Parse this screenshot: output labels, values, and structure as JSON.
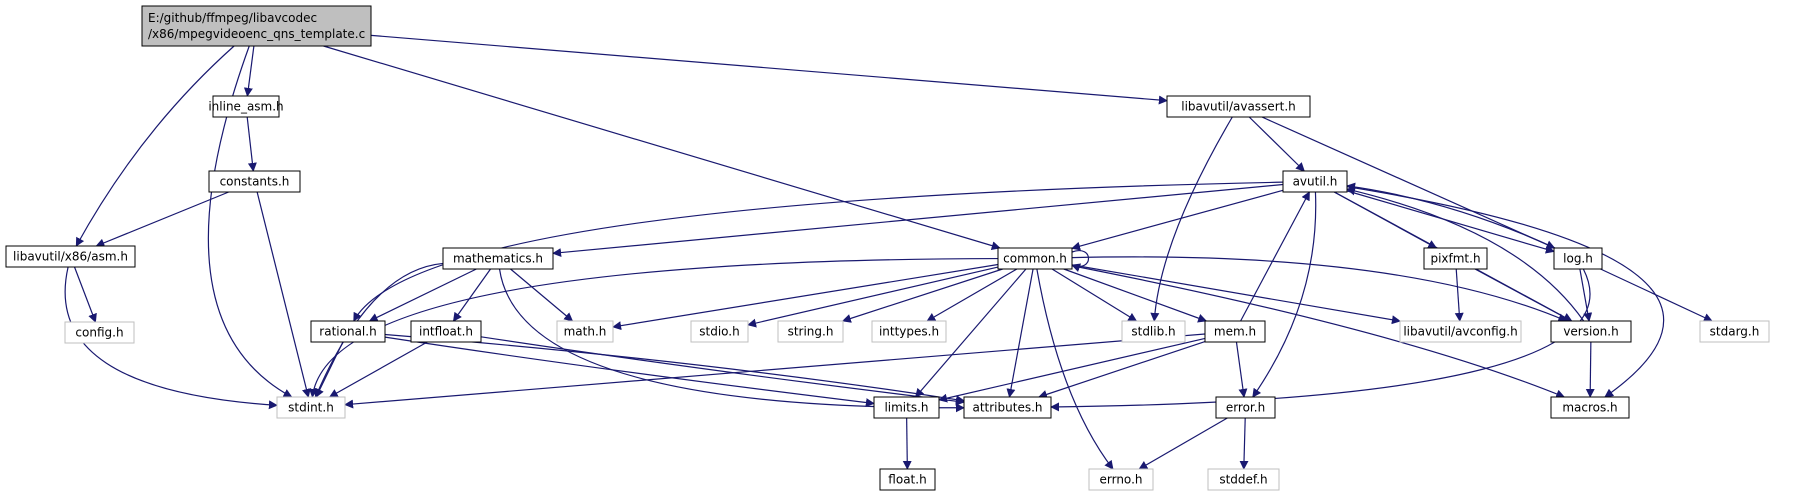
{
  "graph": {
    "edge_color": "#191970",
    "missing_border_color": "#bfbfbf",
    "root_fill_color": "#bfbfbf",
    "nodes": [
      {
        "id": "root",
        "lines": [
          "E:/github/ffmpeg/libavcodec",
          "/x86/mpegvideoenc_qns_template.c"
        ],
        "kind": "root"
      },
      {
        "id": "inline_asm",
        "lines": [
          "inline_asm.h"
        ],
        "kind": "header"
      },
      {
        "id": "libavutil_avassert",
        "lines": [
          "libavutil/avassert.h"
        ],
        "kind": "header"
      },
      {
        "id": "constants",
        "lines": [
          "constants.h"
        ],
        "kind": "header"
      },
      {
        "id": "avutil",
        "lines": [
          "avutil.h"
        ],
        "kind": "header"
      },
      {
        "id": "libavutil_x86_asm",
        "lines": [
          "libavutil/x86/asm.h"
        ],
        "kind": "header"
      },
      {
        "id": "mathematics",
        "lines": [
          "mathematics.h"
        ],
        "kind": "header"
      },
      {
        "id": "common",
        "lines": [
          "common.h"
        ],
        "kind": "header"
      },
      {
        "id": "pixfmt",
        "lines": [
          "pixfmt.h"
        ],
        "kind": "header"
      },
      {
        "id": "log",
        "lines": [
          "log.h"
        ],
        "kind": "header"
      },
      {
        "id": "config",
        "lines": [
          "config.h"
        ],
        "kind": "missing"
      },
      {
        "id": "rational",
        "lines": [
          "rational.h"
        ],
        "kind": "header"
      },
      {
        "id": "intfloat",
        "lines": [
          "intfloat.h"
        ],
        "kind": "header"
      },
      {
        "id": "math",
        "lines": [
          "math.h"
        ],
        "kind": "missing"
      },
      {
        "id": "stdio",
        "lines": [
          "stdio.h"
        ],
        "kind": "missing"
      },
      {
        "id": "string",
        "lines": [
          "string.h"
        ],
        "kind": "missing"
      },
      {
        "id": "inttypes",
        "lines": [
          "inttypes.h"
        ],
        "kind": "missing"
      },
      {
        "id": "stdlib",
        "lines": [
          "stdlib.h"
        ],
        "kind": "missing"
      },
      {
        "id": "mem",
        "lines": [
          "mem.h"
        ],
        "kind": "header"
      },
      {
        "id": "libavutil_avconfig",
        "lines": [
          "libavutil/avconfig.h"
        ],
        "kind": "missing"
      },
      {
        "id": "version",
        "lines": [
          "version.h"
        ],
        "kind": "header"
      },
      {
        "id": "stdarg",
        "lines": [
          "stdarg.h"
        ],
        "kind": "missing"
      },
      {
        "id": "stdint",
        "lines": [
          "stdint.h"
        ],
        "kind": "missing"
      },
      {
        "id": "limits",
        "lines": [
          "limits.h"
        ],
        "kind": "header"
      },
      {
        "id": "attributes",
        "lines": [
          "attributes.h"
        ],
        "kind": "header"
      },
      {
        "id": "error",
        "lines": [
          "error.h"
        ],
        "kind": "header"
      },
      {
        "id": "macros",
        "lines": [
          "macros.h"
        ],
        "kind": "header"
      },
      {
        "id": "float",
        "lines": [
          "float.h"
        ],
        "kind": "header"
      },
      {
        "id": "errno",
        "lines": [
          "errno.h"
        ],
        "kind": "missing"
      },
      {
        "id": "stddef",
        "lines": [
          "stddef.h"
        ],
        "kind": "missing"
      }
    ],
    "edges": [
      [
        "root",
        "inline_asm"
      ],
      [
        "root",
        "libavutil_avassert"
      ],
      [
        "root",
        "libavutil_x86_asm"
      ],
      [
        "root",
        "stdint"
      ],
      [
        "root",
        "common"
      ],
      [
        "inline_asm",
        "constants"
      ],
      [
        "constants",
        "libavutil_x86_asm"
      ],
      [
        "constants",
        "stdint"
      ],
      [
        "libavutil_x86_asm",
        "config"
      ],
      [
        "libavutil_x86_asm",
        "stdint"
      ],
      [
        "libavutil_avassert",
        "avutil"
      ],
      [
        "libavutil_avassert",
        "log"
      ],
      [
        "libavutil_avassert",
        "stdlib"
      ],
      [
        "avutil",
        "common"
      ],
      [
        "avutil",
        "mathematics"
      ],
      [
        "avutil",
        "rational"
      ],
      [
        "avutil",
        "pixfmt"
      ],
      [
        "avutil",
        "log"
      ],
      [
        "avutil",
        "version"
      ],
      [
        "avutil",
        "error"
      ],
      [
        "avutil",
        "macros"
      ],
      [
        "mathematics",
        "rational"
      ],
      [
        "mathematics",
        "intfloat"
      ],
      [
        "mathematics",
        "math"
      ],
      [
        "mathematics",
        "stdint"
      ],
      [
        "mathematics",
        "attributes"
      ],
      [
        "common",
        "common"
      ],
      [
        "common",
        "math"
      ],
      [
        "common",
        "stdio"
      ],
      [
        "common",
        "string"
      ],
      [
        "common",
        "inttypes"
      ],
      [
        "common",
        "stdlib"
      ],
      [
        "common",
        "mem"
      ],
      [
        "common",
        "libavutil_avconfig"
      ],
      [
        "common",
        "version"
      ],
      [
        "common",
        "macros"
      ],
      [
        "common",
        "stdint"
      ],
      [
        "common",
        "limits"
      ],
      [
        "common",
        "attributes"
      ],
      [
        "common",
        "errno"
      ],
      [
        "pixfmt",
        "libavutil_avconfig"
      ],
      [
        "pixfmt",
        "version"
      ],
      [
        "log",
        "avutil"
      ],
      [
        "log",
        "version"
      ],
      [
        "log",
        "stdarg"
      ],
      [
        "log",
        "attributes"
      ],
      [
        "version",
        "macros"
      ],
      [
        "version",
        "avutil"
      ],
      [
        "rational",
        "stdint"
      ],
      [
        "rational",
        "limits"
      ],
      [
        "rational",
        "attributes"
      ],
      [
        "intfloat",
        "stdint"
      ],
      [
        "intfloat",
        "attributes"
      ],
      [
        "mem",
        "avutil"
      ],
      [
        "mem",
        "error"
      ],
      [
        "mem",
        "attributes"
      ],
      [
        "mem",
        "limits"
      ],
      [
        "mem",
        "stdint"
      ],
      [
        "limits",
        "float"
      ],
      [
        "error",
        "errno"
      ],
      [
        "error",
        "stddef"
      ]
    ]
  }
}
